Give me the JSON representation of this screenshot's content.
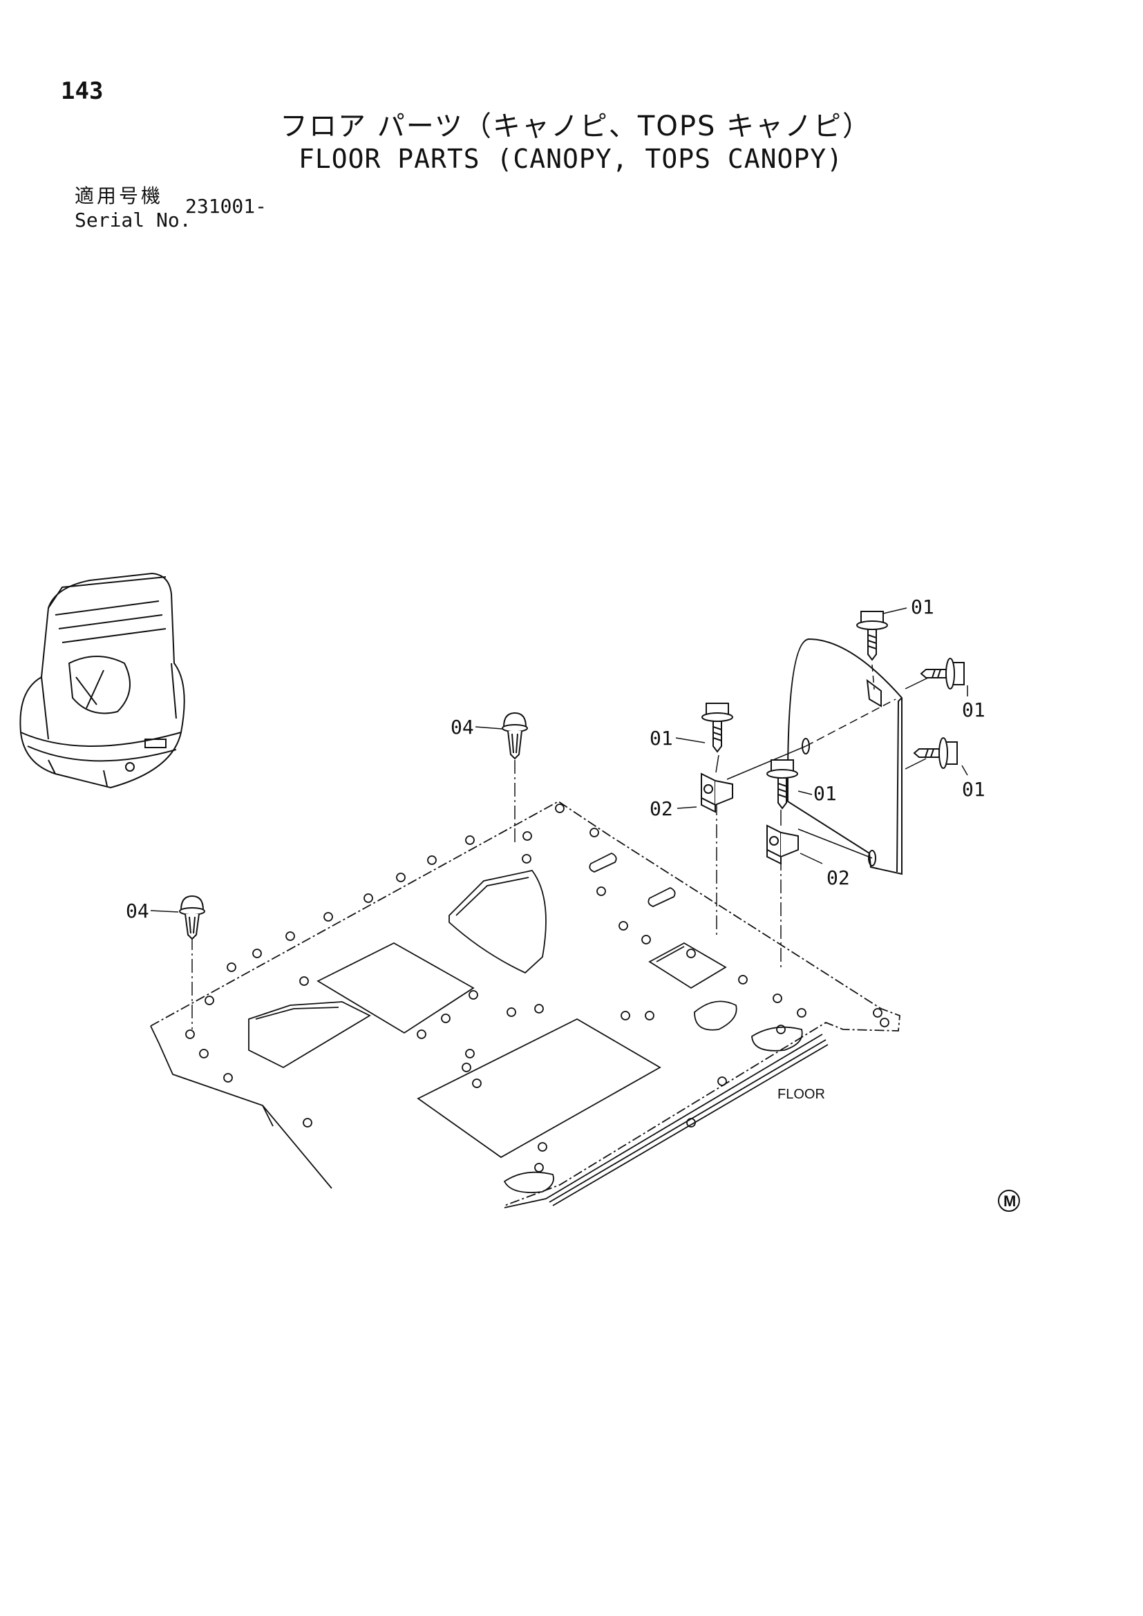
{
  "header": {
    "page_number": "143",
    "title_jp": "フロア パーツ（キャノピ、TOPS キャノピ）",
    "title_en": "FLOOR PARTS (CANOPY, TOPS CANOPY)"
  },
  "serial": {
    "label_jp": "適用号機",
    "label_en": "Serial No.",
    "value": "231001-"
  },
  "callouts": {
    "bolt_top": "01",
    "bolt_right_upper": "01",
    "bolt_right_lower": "01",
    "bolt_left": "01",
    "bolt_center": "01",
    "bracket_left": "02",
    "bracket_right": "02",
    "clip_upper": "04",
    "clip_lower": "04"
  },
  "labels": {
    "floor": "FLOOR",
    "corner_mark": "M"
  },
  "icons": {
    "machine_thumbnail": "excavator-canopy-icon",
    "part_bolt": "flange-bolt-icon",
    "part_bracket": "angle-bracket-icon",
    "part_clip": "push-clip-icon"
  }
}
